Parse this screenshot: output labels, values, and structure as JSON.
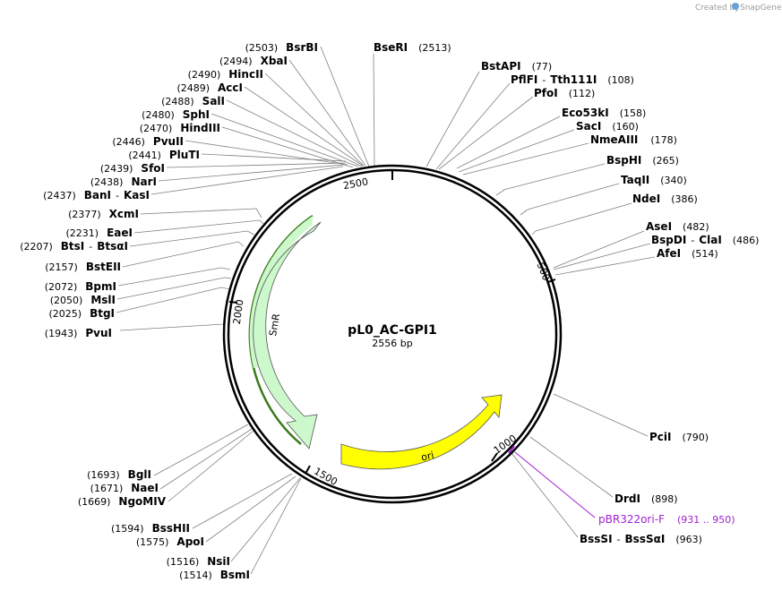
{
  "credit": {
    "prefix": "Created by",
    "brand": "SnapGene"
  },
  "plasmid": {
    "name": "pL0_AC-GPI1",
    "length_label": "2556 bp"
  },
  "ticks": [
    "2500",
    "500",
    "2000",
    "1000",
    "1500"
  ],
  "features": {
    "smr": "SmR",
    "ori": "ori"
  },
  "sites_right": [
    {
      "name": "BseRI",
      "pos": "(2513)"
    },
    {
      "name": "BstAPI",
      "pos": "(77)"
    },
    {
      "name": "PflFI",
      "name2": "Tth111I",
      "pos": "(108)"
    },
    {
      "name": "PfoI",
      "pos": "(112)"
    },
    {
      "name": "Eco53kI",
      "pos": "(158)"
    },
    {
      "name": "SacI",
      "pos": "(160)"
    },
    {
      "name": "NmeAIII",
      "pos": "(178)"
    },
    {
      "name": "BspHI",
      "pos": "(265)"
    },
    {
      "name": "TaqII",
      "pos": "(340)"
    },
    {
      "name": "NdeI",
      "pos": "(386)"
    },
    {
      "name": "AseI",
      "pos": "(482)"
    },
    {
      "name": "BspDI",
      "name2": "ClaI",
      "pos": "(486)"
    },
    {
      "name": "AfeI",
      "pos": "(514)"
    },
    {
      "name": "PciI",
      "pos": "(790)"
    },
    {
      "name": "DrdI",
      "pos": "(898)"
    },
    {
      "name": "BssSI",
      "name2": "BssSαI",
      "pos": "(963)"
    }
  ],
  "sites_left": [
    {
      "name": "BsrBI",
      "pos": "(2503)"
    },
    {
      "name": "XbaI",
      "pos": "(2494)"
    },
    {
      "name": "HincII",
      "pos": "(2490)"
    },
    {
      "name": "AccI",
      "pos": "(2489)"
    },
    {
      "name": "SalI",
      "pos": "(2488)"
    },
    {
      "name": "SphI",
      "pos": "(2480)"
    },
    {
      "name": "HindIII",
      "pos": "(2470)"
    },
    {
      "name": "PvuII",
      "pos": "(2446)"
    },
    {
      "name": "PluTI",
      "pos": "(2441)"
    },
    {
      "name": "SfoI",
      "pos": "(2439)"
    },
    {
      "name": "NarI",
      "pos": "(2438)"
    },
    {
      "name": "BanI",
      "name2": "KasI",
      "pos": "(2437)"
    },
    {
      "name": "XcmI",
      "pos": "(2377)"
    },
    {
      "name": "EaeI",
      "pos": "(2231)"
    },
    {
      "name": "BtsI",
      "name2": "BtsαI",
      "pos": "(2207)"
    },
    {
      "name": "BstEII",
      "pos": "(2157)"
    },
    {
      "name": "BpmI",
      "pos": "(2072)"
    },
    {
      "name": "MslI",
      "pos": "(2050)"
    },
    {
      "name": "BtgI",
      "pos": "(2025)"
    },
    {
      "name": "PvuI",
      "pos": "(1943)"
    },
    {
      "name": "BglI",
      "pos": "(1693)"
    },
    {
      "name": "NaeI",
      "pos": "(1671)"
    },
    {
      "name": "NgoMIV",
      "pos": "(1669)"
    },
    {
      "name": "BssHII",
      "pos": "(1594)"
    },
    {
      "name": "ApoI",
      "pos": "(1575)"
    },
    {
      "name": "NsiI",
      "pos": "(1516)"
    },
    {
      "name": "BsmI",
      "pos": "(1514)"
    }
  ],
  "primer": {
    "name": "pBR322ori-F",
    "pos": "(931 .. 950)"
  },
  "colors": {
    "primer": "#a020d0",
    "smr_fill": "#ccf8cc",
    "smr_stroke": "#3a7a1a",
    "ori_fill": "#ffff00",
    "backbone": "#000000"
  }
}
